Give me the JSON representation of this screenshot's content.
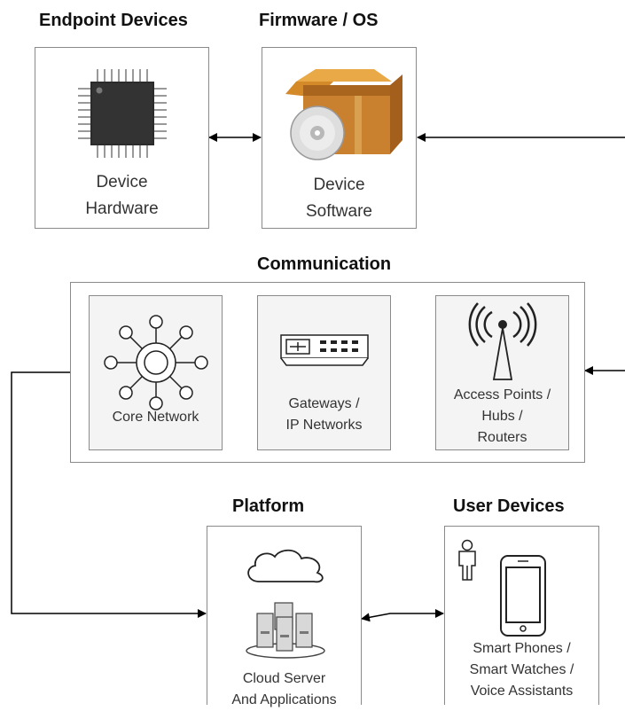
{
  "headings": {
    "endpoint": "Endpoint Devices",
    "firmware": "Firmware / OS",
    "communication": "Communication",
    "platform": "Platform",
    "user_devices": "User Devices"
  },
  "boxes": {
    "device_hardware": [
      "Device",
      "Hardware"
    ],
    "device_software": [
      "Device",
      "Software"
    ],
    "core_network": [
      "Core Network"
    ],
    "gateways": [
      "Gateways /",
      "IP Networks"
    ],
    "access_points": [
      "Access Points /",
      "Hubs /",
      "Routers"
    ],
    "cloud_server": [
      "Cloud Server",
      "And Applications"
    ],
    "smart_phones": [
      "Smart Phones /",
      "Smart Watches /",
      "Voice Assistants"
    ]
  },
  "icons": {
    "chip": "cpu-chip-icon",
    "software": "software-box-disc-icon",
    "core": "hub-network-icon",
    "gateway": "network-switch-icon",
    "access": "antenna-tower-icon",
    "cloud": "cloud-icon",
    "servers": "server-cluster-icon",
    "person": "person-icon",
    "phone": "smartphone-icon"
  },
  "colors": {
    "border": "#8a8a8a",
    "line": "#000000",
    "box_fill": "#ffffff",
    "comm_fill": "#f4f4f4"
  }
}
